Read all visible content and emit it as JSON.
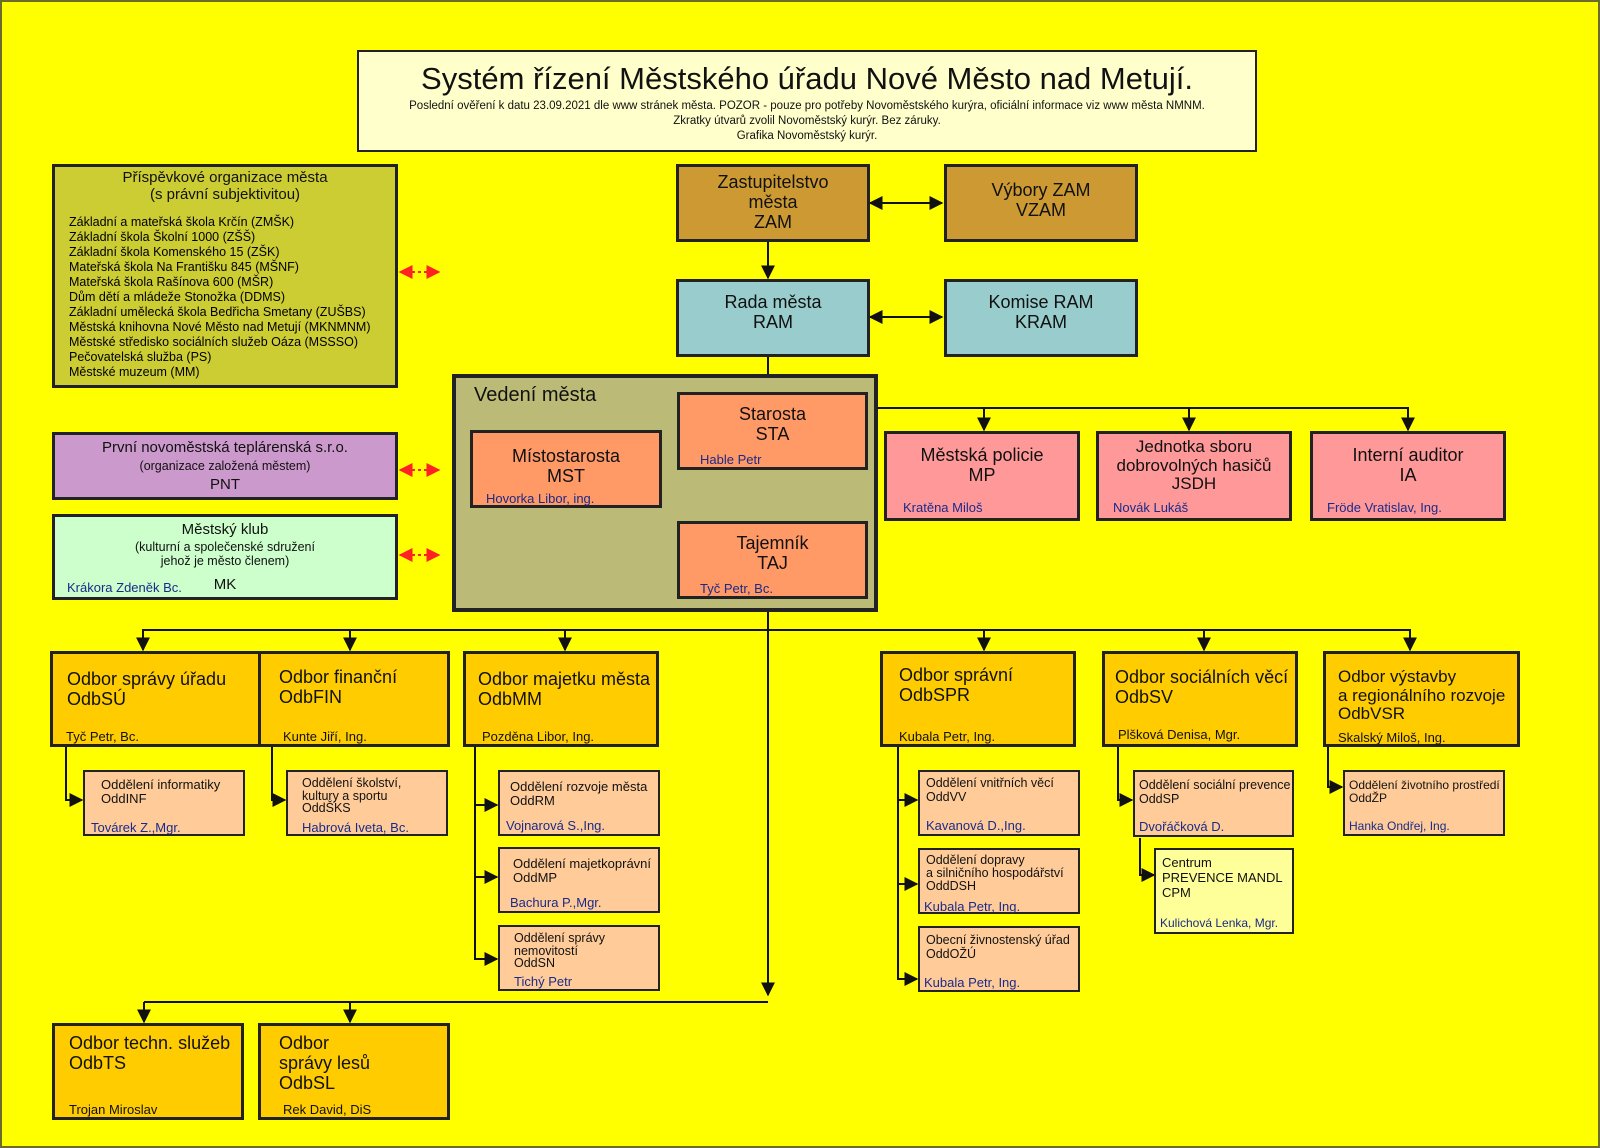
{
  "header": {
    "title": "Systém řízení Městského úřadu Nové Město nad Metují.",
    "note1": "Poslední ověření k datu 23.09.2021 dle www stránek města. POZOR - pouze pro potřeby Novoměstského kurýra, oficiální informace viz www města NMNM.",
    "note2": "Zkratky útvarů zvolil Novoměstský kurýr. Bez záruky.",
    "note3": "Grafika Novoměstský kurýr."
  },
  "orgs": {
    "title": "Příspěvkové organizace města\n(s právní subjektivitou)",
    "items": [
      "Základní a mateřská škola Krčín (ZMŠK)",
      "Základní škola Školní 1000 (ZŠŠ)",
      "Základní škola Komenského 15 (ZŠK)",
      "Mateřská škola Na Františku 845 (MŠNF)",
      "Mateřská škola Rašínova 600 (MŠR)",
      "Dům dětí a mládeže Stonožka (DDMS)",
      "Základní umělecká škola Bedřicha Smetany (ZUŠBS)",
      "Městská knihovna Nové Město nad Metují (MKNMNM)",
      "Městské středisko sociálních služeb Oáza (MSSSO)",
      "Pečovatelská služba (PS)",
      "Městské muzeum (MM)"
    ]
  },
  "pnt": {
    "title": "První novoměstská teplárenská s.r.o.",
    "sub": "(organizace založená městem)",
    "abbr": "PNT"
  },
  "mk": {
    "title": "Městský klub",
    "sub": "(kulturní a společenské sdružení\njehož je město členem)",
    "abbr": "MK",
    "person": "Krákora Zdeněk Bc."
  },
  "zam": {
    "label": "Zastupitelstvo\nměsta\nZAM"
  },
  "vzam": {
    "label": "Výbory ZAM\nVZAM"
  },
  "ram": {
    "label": "Rada města\nRAM"
  },
  "kram": {
    "label": "Komise RAM\nKRAM"
  },
  "vedeni": {
    "label": "Vedení města"
  },
  "sta": {
    "label": "Starosta\nSTA",
    "person": "Hable Petr"
  },
  "mst": {
    "label": "Místostarosta\nMST",
    "person": "Hovorka Libor, ing."
  },
  "taj": {
    "label": "Tajemník\nTAJ",
    "person": "Tyč Petr, Bc."
  },
  "mp": {
    "label": "Městská policie\nMP",
    "person": "Kratěna Miloš"
  },
  "jsdh": {
    "label": "Jednotka sboru\ndobrovolných hasičů\nJSDH",
    "person": "Novák Lukáš"
  },
  "ia": {
    "label": "Interní auditor\nIA",
    "person": "Fröde Vratislav, Ing."
  },
  "odbsu": {
    "label": "Odbor správy úřadu\nOdbSÚ",
    "person": "Tyč Petr, Bc."
  },
  "odbfin": {
    "label": "Odbor finanční\nOdbFIN",
    "person": "Kunte Jiří, Ing."
  },
  "odbmm": {
    "label": "Odbor majetku města\nOdbMM",
    "person": "Pozděna Libor, Ing."
  },
  "odbspr": {
    "label": "Odbor správní\nOdbSPR",
    "person": "Kubala Petr, Ing."
  },
  "odbsv": {
    "label": "Odbor sociálních věcí\nOdbSV",
    "person": "Plšková Denisa, Mgr."
  },
  "odbvsr": {
    "label": "Odbor výstavby\na regionálního rozvoje\nOdbVSR",
    "person": "Skalský Miloš, Ing."
  },
  "odbts": {
    "label": "Odbor techn. služeb\nOdbTS",
    "person": "Trojan Miroslav"
  },
  "odbsl": {
    "label": "Odbor\nsprávy lesů\nOdbSL",
    "person": "Rek David, DiS"
  },
  "oddinf": {
    "label": "Oddělení informatiky\nOddINF",
    "person": "Továrek Z.,Mgr."
  },
  "oddsks": {
    "label": "Oddělení školství,\nkultury a sportu\nOddŠKS",
    "person": "Habrová Iveta, Bc."
  },
  "oddrm": {
    "label": "Oddělení rozvoje města\nOddRM",
    "person": "Vojnarová S.,Ing."
  },
  "oddmp": {
    "label": "Oddělení majetkoprávní\nOddMP",
    "person": "Bachura P.,Mgr."
  },
  "oddsn": {
    "label": "Oddělení správy\nnemovitostí\nOddSN",
    "person": "Tichý Petr"
  },
  "oddvv": {
    "label": "Oddělení vnitřních věcí\nOddVV",
    "person": "Kavanová D.,Ing."
  },
  "odddsh": {
    "label": "Oddělení dopravy\na silničního hospodářství\nOddDSH",
    "person": "Kubala Petr, Ing."
  },
  "oddozu": {
    "label": "Obecní živnostenský úřad\nOddOŽÚ",
    "person": "Kubala Petr, Ing."
  },
  "oddsp": {
    "label": "Oddělení sociální prevence\nOddSP",
    "person": "Dvořáčková D."
  },
  "cpm": {
    "label": "Centrum\nPREVENCE MANDL\nCPM",
    "person": "Kulichová Lenka, Mgr."
  },
  "oddzp": {
    "label": "Oddělení životního prostředí\nOddŽP",
    "person": "Hanka Ondřej, Ing."
  },
  "colors": {
    "background": "#ffff00",
    "council": "#cc9933",
    "rada": "#99cccc",
    "leadership": "#ff9966",
    "independent": "#ff9999",
    "odbor": "#ffcc00",
    "oddeleni": "#ffcc99",
    "centrum": "#ffff99",
    "vedeni_frame": "#bbbb77",
    "orgs": "#cccc33",
    "pnt": "#cc99cc",
    "mk": "#ccffcc",
    "dashed_link": "#ff2222"
  }
}
